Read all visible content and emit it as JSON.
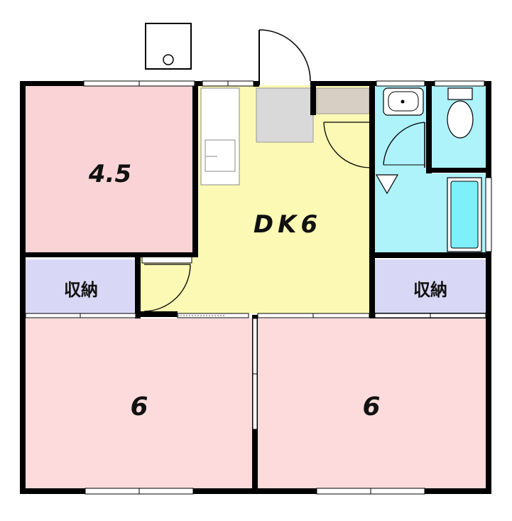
{
  "rooms": {
    "western_small": {
      "label": "4.5",
      "color": "#f9d3d5"
    },
    "dining_kitchen": {
      "label": "DK6",
      "color": "#fbf9b4"
    },
    "western_bottom_left": {
      "label": "6",
      "color": "#fddadb"
    },
    "western_bottom_right": {
      "label": "6",
      "color": "#fddadb"
    },
    "storage_left": {
      "label": "収納",
      "color": "#d8d8f6"
    },
    "storage_right": {
      "label": "収納",
      "color": "#d8d8f6"
    },
    "wet_area": {
      "color": "#aef2fa"
    }
  },
  "colors": {
    "wall": "#000000",
    "fixture_gray": "#d9d9d9",
    "cabinet_tan": "#d8cfc4",
    "bathtub": "#7ef0fa"
  }
}
